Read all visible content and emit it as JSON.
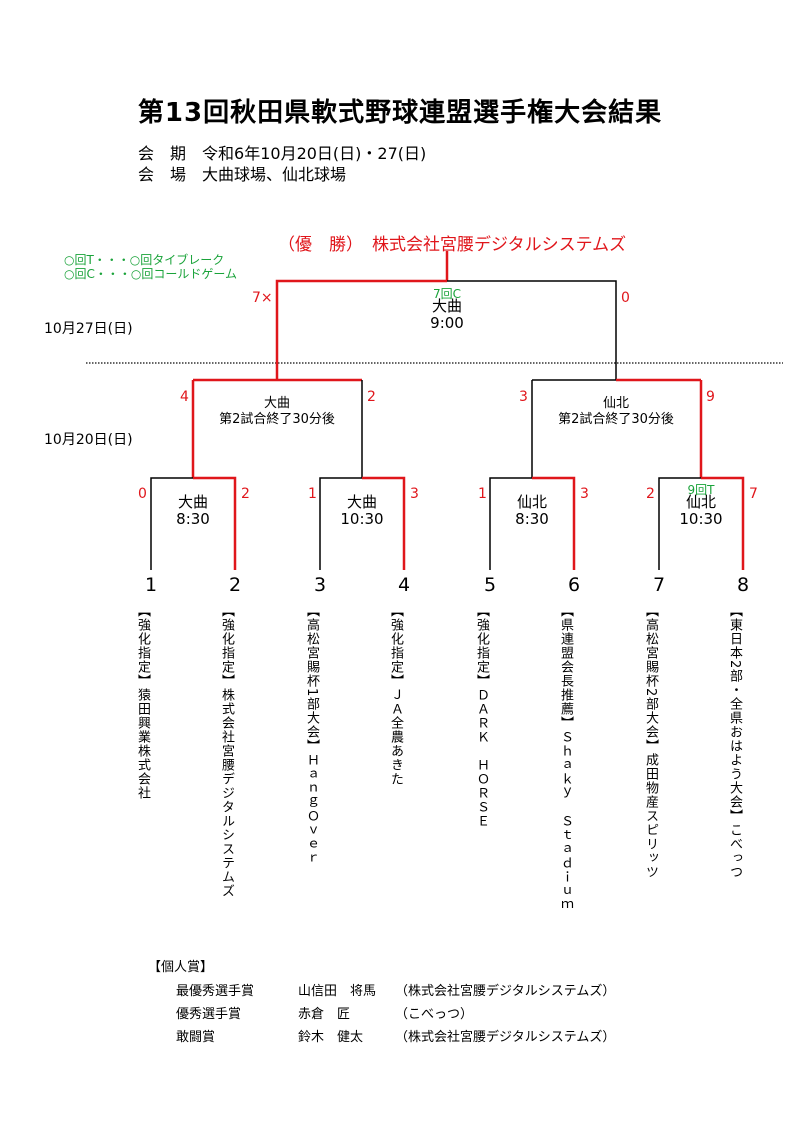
{
  "document": {
    "title": "第13回秋田県軟式野球連盟選手権大会結果",
    "period_label": "会　期",
    "period_value": "令和6年10月20日(日)・27(日)",
    "venue_label": "会　場",
    "venue_value": "大曲球場、仙北球場"
  },
  "champion": {
    "label": "（優　勝）",
    "name": "株式会社宮腰デジタルシステムズ"
  },
  "legend": {
    "line1": "○回T・・・○回タイブレーク",
    "line2": "○回C・・・○回コールドゲーム"
  },
  "dates": {
    "final": "10月27日(日)",
    "first": "10月20日(日)"
  },
  "final_game": {
    "note": "7回C",
    "venue": "大曲",
    "time": "9:00",
    "score_left": "7×",
    "score_right": "0"
  },
  "semifinals": [
    {
      "venue": "大曲",
      "time": "第2試合終了30分後",
      "score_left": "4",
      "score_right": "2"
    },
    {
      "venue": "仙北",
      "time": "第2試合終了30分後",
      "score_left": "3",
      "score_right": "9"
    }
  ],
  "first_round": [
    {
      "venue": "大曲",
      "time": "8:30",
      "score_left": "0",
      "score_right": "2",
      "note": ""
    },
    {
      "venue": "大曲",
      "time": "10:30",
      "score_left": "1",
      "score_right": "3",
      "note": ""
    },
    {
      "venue": "仙北",
      "time": "8:30",
      "score_left": "1",
      "score_right": "3",
      "note": ""
    },
    {
      "venue": "仙北",
      "time": "10:30",
      "score_left": "2",
      "score_right": "7",
      "note": "9回T"
    }
  ],
  "teams": [
    {
      "number": "1",
      "qualifier": "【強化指定】",
      "name": "猿田興業株式会社"
    },
    {
      "number": "2",
      "qualifier": "【強化指定】",
      "name": "株式会社宮腰デジタルシステムズ"
    },
    {
      "number": "3",
      "qualifier": "【高松宮賜杯1部大会】",
      "name": "ＨａｎｇＯｖｅｒ"
    },
    {
      "number": "4",
      "qualifier": "【強化指定】",
      "name": "ＪＡ全農あきた"
    },
    {
      "number": "5",
      "qualifier": "【強化指定】",
      "name": "ＤＡＲＫ　ＨＯＲＳＥ"
    },
    {
      "number": "6",
      "qualifier": "【県連盟会長推薦】",
      "name": "Ｓｈａｋｙ　Ｓｔａｄｉｕｍ"
    },
    {
      "number": "7",
      "qualifier": "【高松宮賜杯2部大会】",
      "name": "成田物産スピリッツ"
    },
    {
      "number": "8",
      "qualifier": "【東日本2部・全県おはよう大会】",
      "name": "こべっつ"
    }
  ],
  "awards": {
    "heading": "【個人賞】",
    "items": [
      {
        "award": "最優秀選手賞",
        "player": "山信田　将馬",
        "team": "（株式会社宮腰デジタルシステムズ）"
      },
      {
        "award": "優秀選手賞",
        "player": "赤倉　匠",
        "team": "（こべっつ）"
      },
      {
        "award": "敢闘賞",
        "player": "鈴木　健太",
        "team": "（株式会社宮腰デジタルシステムズ）"
      }
    ]
  },
  "colors": {
    "winner_line": "#e0161b",
    "loser_line": "#000000",
    "tiebreak_note": "#1aa33a"
  }
}
